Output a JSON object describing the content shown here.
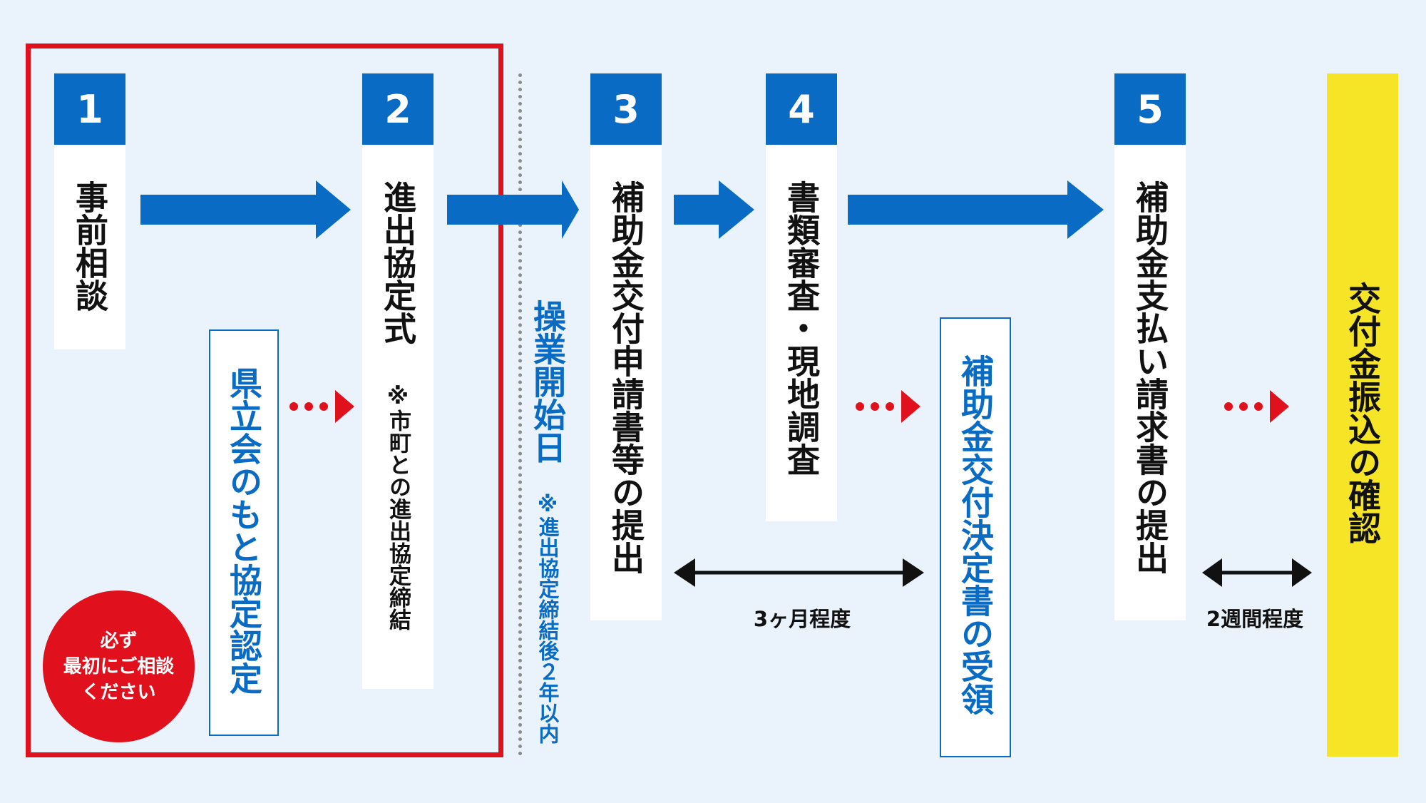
{
  "colors": {
    "primary_blue": "#0a6bc5",
    "alert_red": "#e0101c",
    "highlight_yellow": "#f5e526",
    "background": "#eaf3fb"
  },
  "steps": [
    {
      "number": "1",
      "label": "事前相談"
    },
    {
      "number": "2",
      "label": "進出協定式",
      "note": "※市町との進出協定締結"
    },
    {
      "number": "3",
      "label": "補助金交付申請書等の提出"
    },
    {
      "number": "4",
      "label": "書類審査・現地調査"
    },
    {
      "number": "5",
      "label": "補助金支払い請求書の提出"
    }
  ],
  "final_step": {
    "label": "交付金振込の確認"
  },
  "kenritsu_box": {
    "label": "県立会のもと協定認定"
  },
  "badge": {
    "line1": "必ず",
    "line2": "最初にご相談",
    "line3": "ください"
  },
  "operation_start": {
    "label": "操業開始日",
    "note": "※進出協定締結後２年以内"
  },
  "decision_box": {
    "label": "補助金交付決定書の受領"
  },
  "durations": {
    "three_months": "3ヶ月程度",
    "two_weeks": "2週間程度"
  }
}
